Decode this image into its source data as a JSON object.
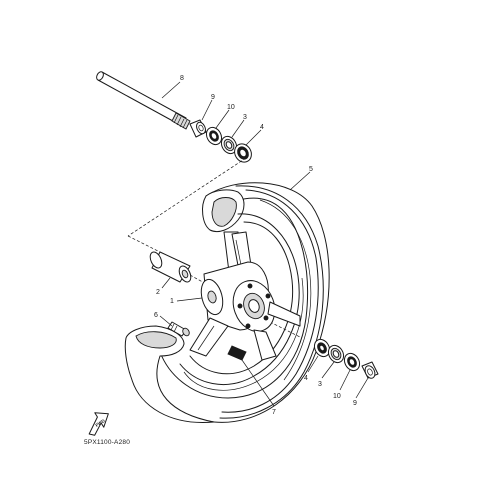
{
  "diagram_code": "5PX1100-A280",
  "fwd_label": "FWD",
  "callouts": {
    "axle": "8",
    "collar_top": "9",
    "seal_top": "10",
    "bearing_top": "3",
    "spacer_top": "4",
    "tire": "5",
    "spacer_tube": "2",
    "rim": "1",
    "valve": "6",
    "spacer_bottom": "4",
    "bearing_bottom": "3",
    "seal_bottom": "10",
    "collar_bottom": "9",
    "balance_weight": "7"
  }
}
